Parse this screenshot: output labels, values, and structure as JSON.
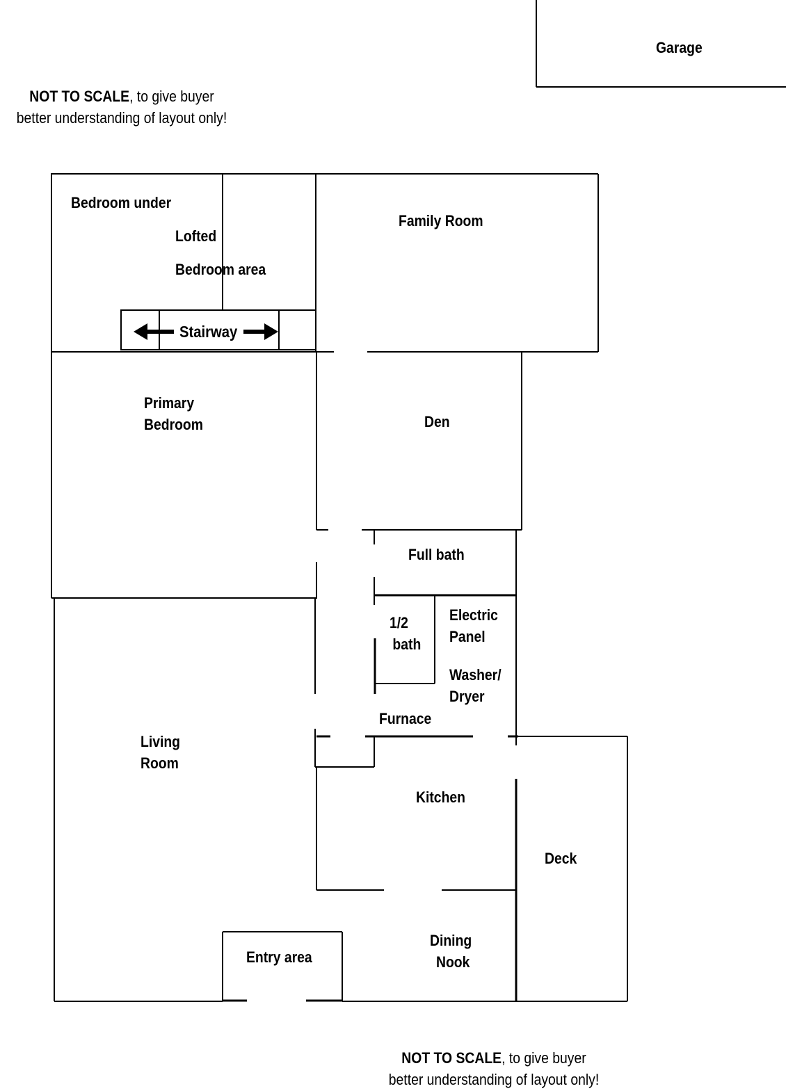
{
  "notes": {
    "top_bold": "NOT TO SCALE",
    "top_rest": ", to give buyer",
    "top_line2": "better understanding of layout only!",
    "bottom_bold": "NOT TO SCALE",
    "bottom_rest": ", to give buyer",
    "bottom_line2": "better understanding of layout only!"
  },
  "rooms": {
    "garage": "Garage",
    "bedroom_under": "Bedroom under",
    "lofted": "Lofted",
    "bedroom_area": "Bedroom area",
    "stairway": "Stairway",
    "family_room": "Family Room",
    "primary_bedroom_1": "Primary",
    "primary_bedroom_2": "Bedroom",
    "den": "Den",
    "full_bath": "Full bath",
    "half_bath_1": "1/2",
    "half_bath_2": "bath",
    "electric_panel_1": "Electric",
    "electric_panel_2": "Panel",
    "washer_dryer_1": "Washer/",
    "washer_dryer_2": "Dryer",
    "furnace": "Furnace",
    "living_room_1": "Living",
    "living_room_2": "Room",
    "kitchen": "Kitchen",
    "deck": "Deck",
    "entry_area": "Entry area",
    "dining_nook_1": "Dining",
    "dining_nook_2": "Nook"
  }
}
